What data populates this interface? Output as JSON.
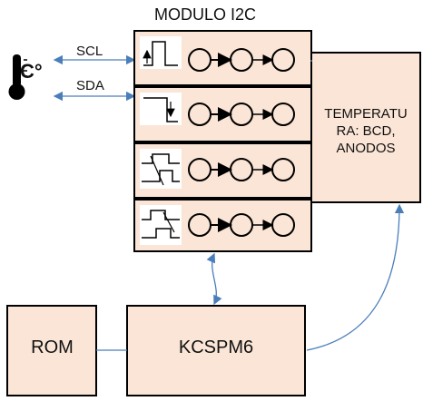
{
  "title": "MODULO I2C",
  "signals": {
    "scl": "SCL",
    "sda": "SDA"
  },
  "sensor": {
    "unit": "C°",
    "icon": "thermometer-icon"
  },
  "temperature_block": {
    "label_line1": "TEMPERATU",
    "label_line2": "RA: BCD,",
    "label_line3": "ANODOS"
  },
  "rom_block": {
    "label": "ROM"
  },
  "cpu_block": {
    "label": "KCSPM6"
  },
  "colors": {
    "block_fill": "#fbe5d6",
    "block_border": "#000000",
    "arrow": "#4a7ebb"
  }
}
